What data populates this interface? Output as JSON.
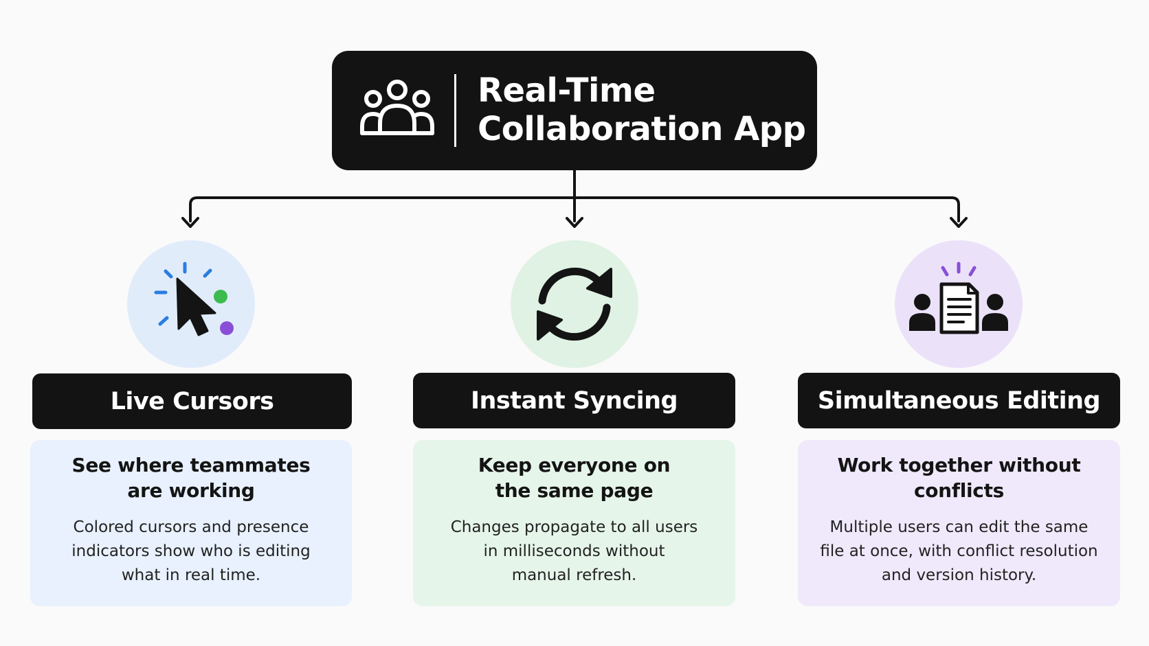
{
  "title": {
    "line1": "Real-Time",
    "line2": "Collaboration App",
    "icon": "users-group-icon"
  },
  "features": [
    {
      "label": "Live Cursors",
      "icon": "cursor-click-icon",
      "heading_line1": "See where teammates",
      "heading_line2": "are working",
      "body_line1": "Colored cursors and presence",
      "body_line2": "indicators show who is editing",
      "body_line3": "what in real time.",
      "circle_color": "#e1ecfb",
      "card_color": "#e8f1fd"
    },
    {
      "label": "Instant Syncing",
      "icon": "sync-arrows-icon",
      "heading_line1": "Keep everyone on",
      "heading_line2": "the same page",
      "body_line1": "Changes propagate to all users",
      "body_line2": "in milliseconds without",
      "body_line3": "manual refresh.",
      "circle_color": "#dff2e3",
      "card_color": "#e6f5ea"
    },
    {
      "label": "Simultaneous Editing",
      "icon": "shared-document-users-icon",
      "heading_line1": "Work together without",
      "heading_line2": "conflicts",
      "body_line1": "Multiple users can edit the same",
      "body_line2": "file at once, with conflict resolution",
      "body_line3": "and version history.",
      "circle_color": "#ebe2fa",
      "card_color": "#efe9fb"
    }
  ],
  "colors": {
    "dark": "#131313",
    "accent_blue": "#2a7de1",
    "accent_green": "#3dbb4f",
    "accent_purple": "#8a4fd6"
  }
}
